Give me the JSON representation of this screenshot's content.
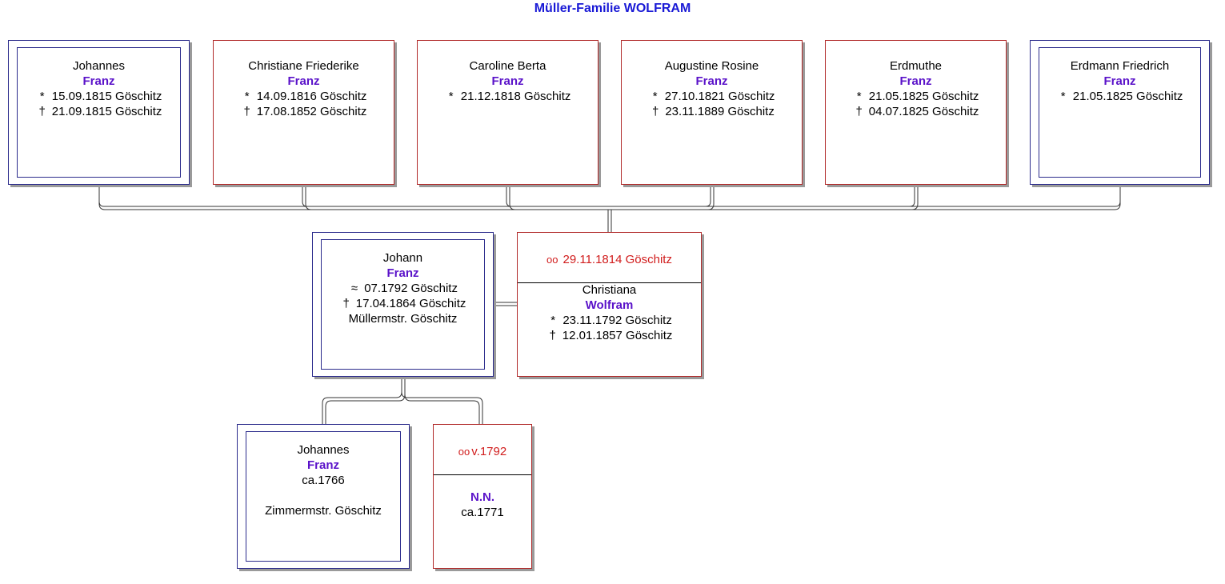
{
  "title": "Müller-Familie WOLFRAM",
  "symbols": {
    "birth": "*",
    "death": "†",
    "approx": "≈",
    "marriage": "oo"
  },
  "children": [
    {
      "given": "Johannes",
      "surname": "Franz",
      "birth": "15.09.1815 Göschitz",
      "death": "21.09.1815 Göschitz"
    },
    {
      "given": "Christiane Friederike",
      "surname": "Franz",
      "birth": "14.09.1816 Göschitz",
      "death": "17.08.1852 Göschitz"
    },
    {
      "given": "Caroline Berta",
      "surname": "Franz",
      "birth": "21.12.1818 Göschitz"
    },
    {
      "given": "Augustine Rosine",
      "surname": "Franz",
      "birth": "27.10.1821 Göschitz",
      "death": "23.11.1889 Göschitz"
    },
    {
      "given": "Erdmuthe",
      "surname": "Franz",
      "birth": "21.05.1825 Göschitz",
      "death": "04.07.1825 Göschitz"
    },
    {
      "given": "Erdmann Friedrich",
      "surname": "Franz",
      "birth": "21.05.1825 Göschitz"
    }
  ],
  "husband": {
    "given": "Johann",
    "surname": "Franz",
    "baptism": "07.1792 Göschitz",
    "death": "17.04.1864 Göschitz",
    "occupation": "Müllermstr. Göschitz"
  },
  "wife": {
    "marriage": "29.11.1814 Göschitz",
    "given": "Christiana",
    "surname": "Wolfram",
    "birth": "23.11.1792 Göschitz",
    "death": "12.01.1857 Göschitz"
  },
  "father": {
    "given": "Johannes",
    "surname": "Franz",
    "birth": "ca.1766",
    "occupation": "Zimmermstr. Göschitz"
  },
  "mother": {
    "marriage": "v.1792",
    "surname": "N.N.",
    "birth": "ca.1771"
  }
}
